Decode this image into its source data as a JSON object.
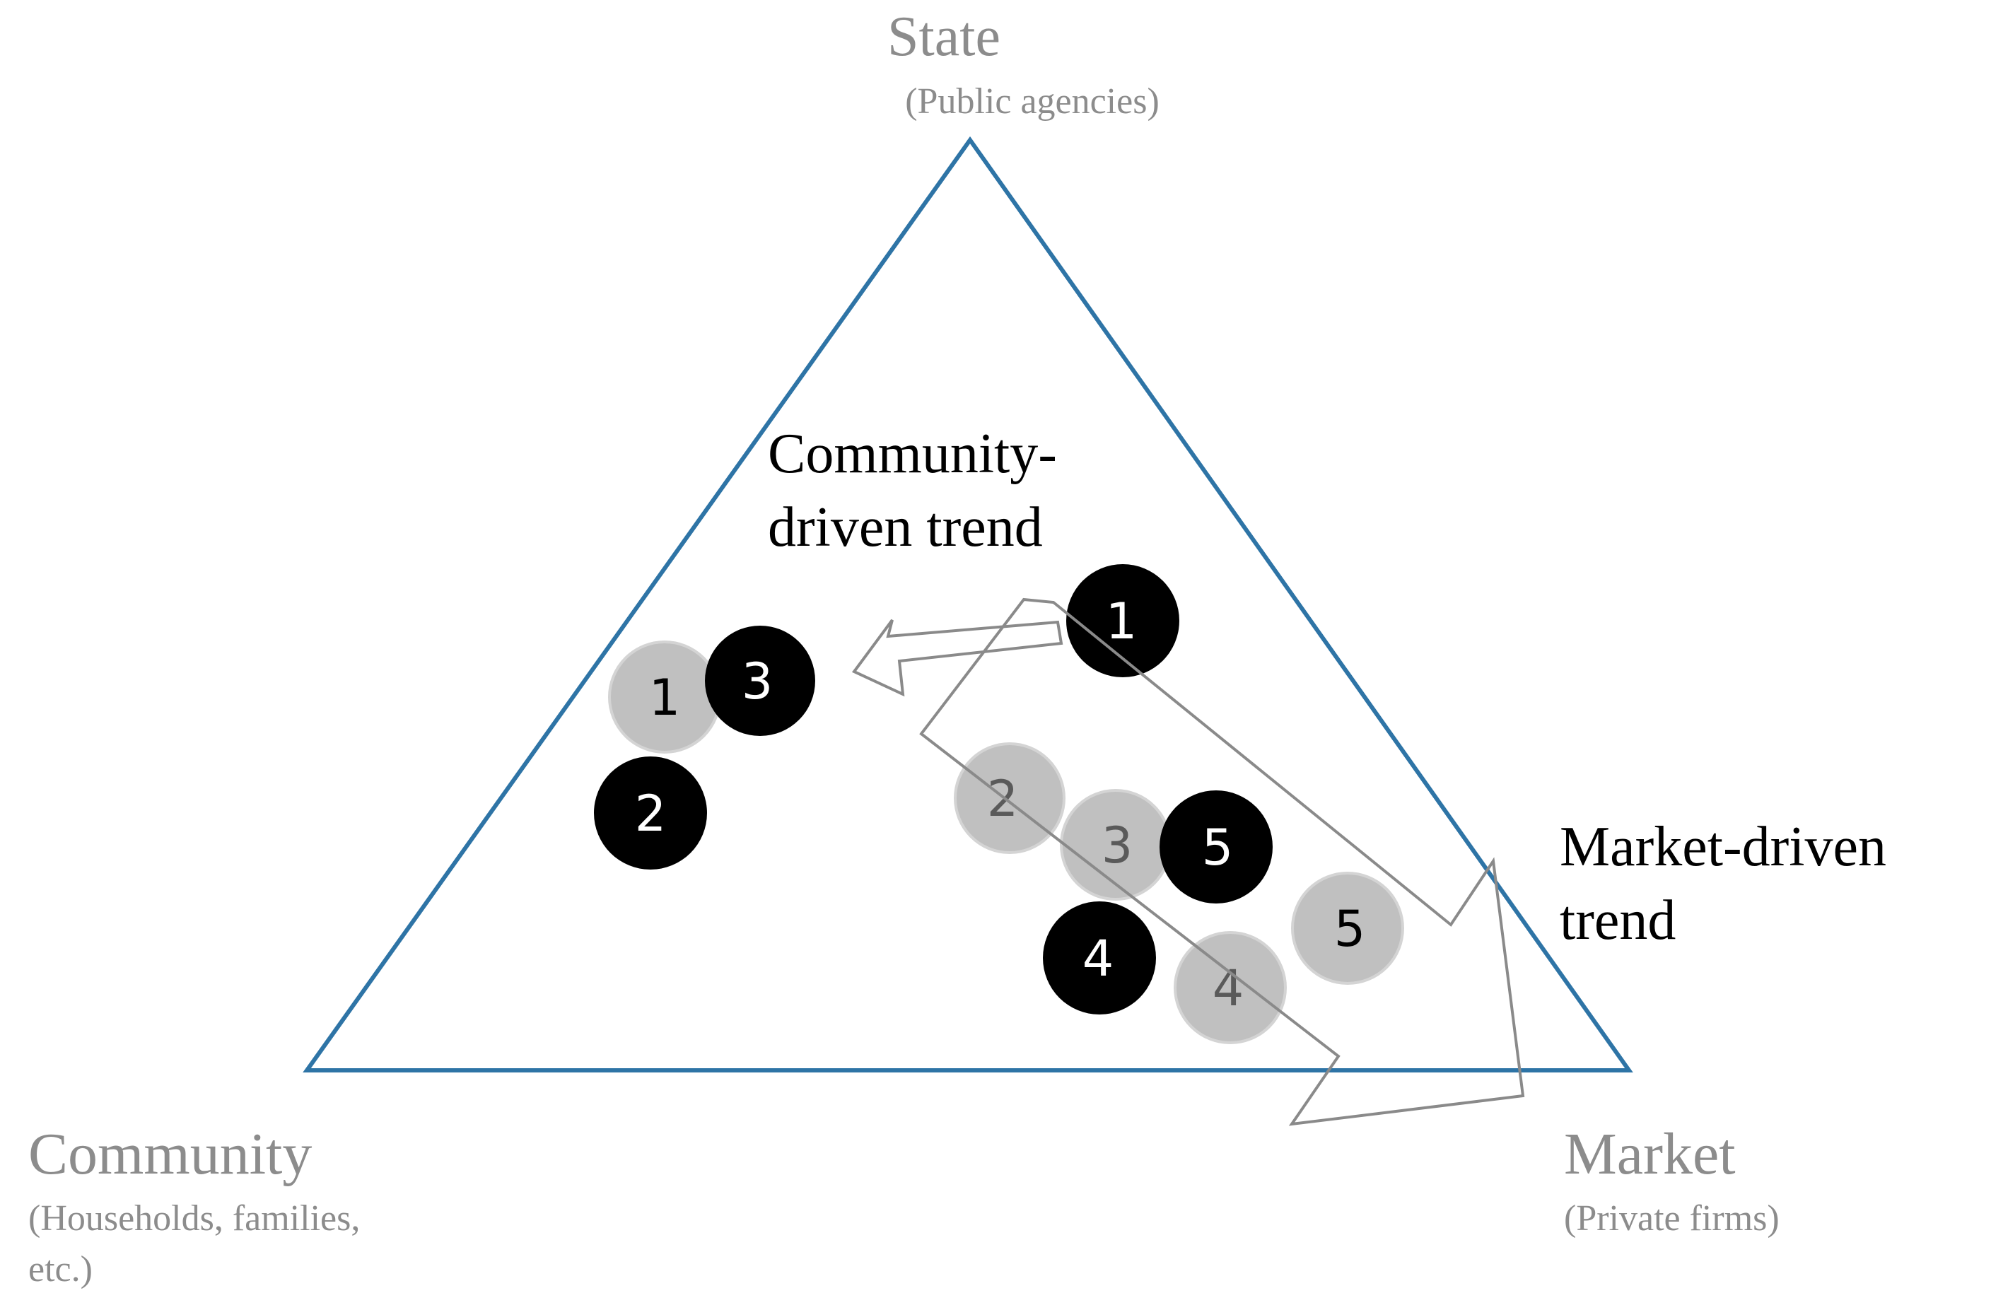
{
  "vertices": {
    "state": {
      "title": "State",
      "subtitle": "(Public agencies)"
    },
    "community": {
      "title": "Community",
      "subtitle_line1": "(Households, families,",
      "subtitle_line2": "etc.)"
    },
    "market": {
      "title": "Market",
      "subtitle": "(Private firms)"
    }
  },
  "trends": {
    "community": {
      "line1": "Community-",
      "line2": "driven trend"
    },
    "market": {
      "line1": "Market-driven",
      "line2": "trend"
    }
  },
  "circles_black": [
    {
      "id": "b1",
      "label": "1"
    },
    {
      "id": "b2",
      "label": "2"
    },
    {
      "id": "b3",
      "label": "3"
    },
    {
      "id": "b4",
      "label": "4"
    },
    {
      "id": "b5",
      "label": "5"
    }
  ],
  "circles_gray": [
    {
      "id": "g1",
      "label": "1"
    },
    {
      "id": "g2",
      "label": "2"
    },
    {
      "id": "g3",
      "label": "3"
    },
    {
      "id": "g4",
      "label": "4"
    },
    {
      "id": "g5",
      "label": "5"
    }
  ],
  "colors": {
    "triangle": "#2e74a6",
    "vertex_text": "#8c8c8c",
    "trend_text": "#000000",
    "arrow": "#8a8a8a",
    "black_fill": "#000000",
    "black_label": "#ffffff",
    "gray_fill": "#c0c0c0",
    "gray_stroke": "#d4d4d4",
    "gray_label_dark": "#000000",
    "gray_label_light": "#5a5a5a"
  }
}
